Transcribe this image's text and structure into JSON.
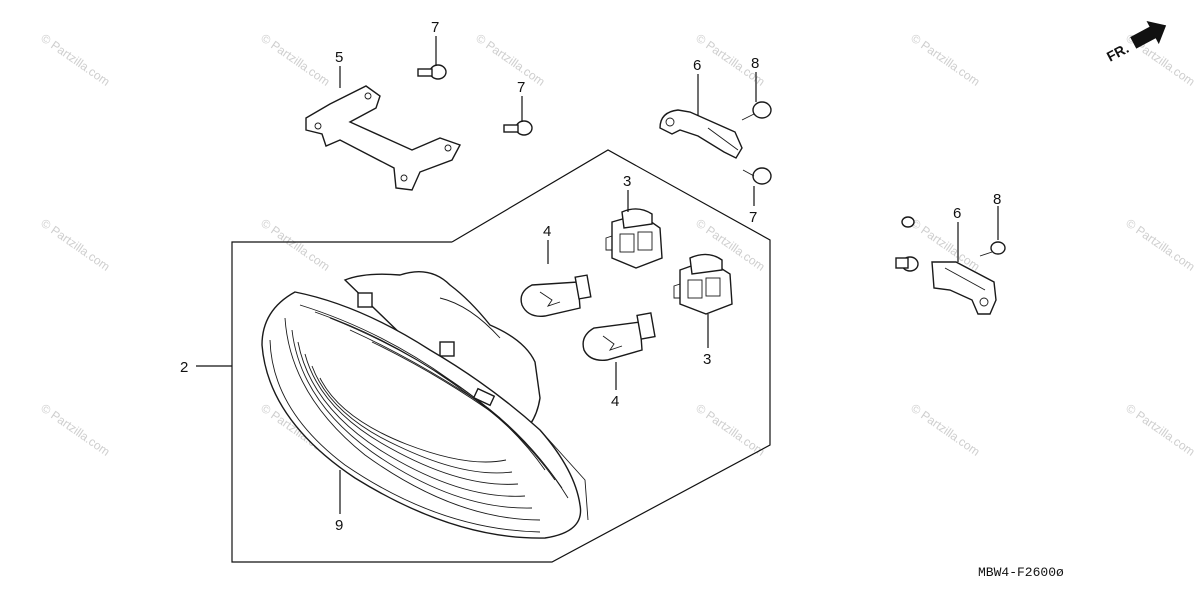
{
  "diagram": {
    "code": "MBW4-F2600ø",
    "front_arrow_label": "FR.",
    "watermark_text": "© Partzilla.com",
    "callouts": {
      "c2": "2",
      "c3a": "3",
      "c3b": "3",
      "c4a": "4",
      "c4b": "4",
      "c5": "5",
      "c6a": "6",
      "c6b": "6",
      "c7a": "7",
      "c7b": "7",
      "c7c": "7",
      "c8a": "8",
      "c8b": "8",
      "c9": "9"
    }
  }
}
